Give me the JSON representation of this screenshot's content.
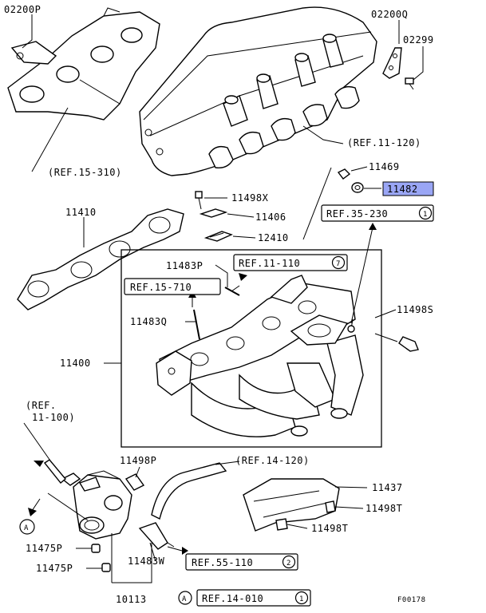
{
  "diagram_id": "F00178",
  "highlight_color": "#9aa6f5",
  "parts": {
    "p02200P": "02200P",
    "p02200Q": "02200Q",
    "p02299": "02299",
    "p11469": "11469",
    "p11482": "11482",
    "p11498X": "11498X",
    "p11406": "11406",
    "p12410": "12410",
    "p11410": "11410",
    "p11483P": "11483P",
    "p11483Q": "11483Q",
    "p11498S": "11498S",
    "p11400": "11400",
    "p11498P": "11498P",
    "p11437": "11437",
    "p11498T_a": "11498T",
    "p11498T_b": "11498T",
    "p11475P_a": "11475P",
    "p11475P_b": "11475P",
    "p11483W": "11483W",
    "p10113": "10113"
  },
  "refs": {
    "r15_310": "(REF.15-310)",
    "r11_120": "(REF.11-120)",
    "r35_230": "REF.35-230",
    "r35_230_n": "1",
    "r11_110": "REF.11-110",
    "r11_110_n": "7",
    "r15_710": "REF.15-710",
    "r11_100_a": "(REF.",
    "r11_100_b": "11-100)",
    "r14_120": "(REF.14-120)",
    "r55_110": "REF.55-110",
    "r55_110_n": "2",
    "r14_010": "REF.14-010",
    "r14_010_n": "1",
    "circle_a1": "A",
    "circle_a2": "A"
  }
}
